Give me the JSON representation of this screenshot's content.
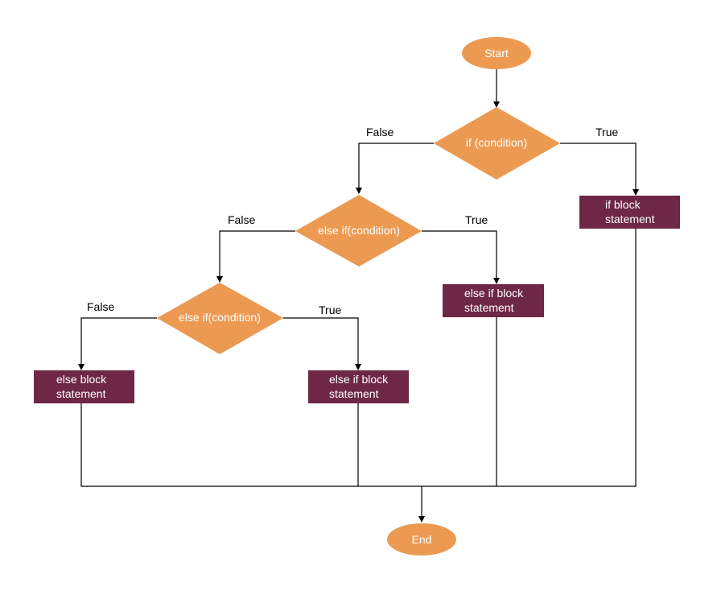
{
  "colors": {
    "terminal": "#ec9a52",
    "decision": "#ec9a52",
    "process": "#6e2846",
    "node_text": "#ffffff",
    "connector": "#000000",
    "label_text": "#000000",
    "background": "#ffffff"
  },
  "nodes": {
    "start": {
      "shape": "ellipse",
      "text": "Start"
    },
    "if_condition": {
      "shape": "diamond",
      "text": "if (condition)"
    },
    "else_if_condition_1": {
      "shape": "diamond",
      "text": "else if(condition)"
    },
    "else_if_condition_2": {
      "shape": "diamond",
      "text": "else if(condition)"
    },
    "if_block": {
      "shape": "rect",
      "line1": "if block",
      "line2": "statement"
    },
    "else_if_block_1": {
      "shape": "rect",
      "line1": "else if block",
      "line2": "statement"
    },
    "else_if_block_2": {
      "shape": "rect",
      "line1": "else if block",
      "line2": "statement"
    },
    "else_block": {
      "shape": "rect",
      "line1": "else block",
      "line2": "statement"
    },
    "end": {
      "shape": "ellipse",
      "text": "End"
    }
  },
  "edges": [
    {
      "from": "start",
      "to": "if_condition",
      "label": ""
    },
    {
      "from": "if_condition",
      "to": "else_if_condition_1",
      "label": "False"
    },
    {
      "from": "if_condition",
      "to": "if_block",
      "label": "True"
    },
    {
      "from": "else_if_condition_1",
      "to": "else_if_condition_2",
      "label": "False"
    },
    {
      "from": "else_if_condition_1",
      "to": "else_if_block_1",
      "label": "True"
    },
    {
      "from": "else_if_condition_2",
      "to": "else_block",
      "label": "False"
    },
    {
      "from": "else_if_condition_2",
      "to": "else_if_block_2",
      "label": "True"
    },
    {
      "from": "else_block",
      "to": "end",
      "label": ""
    },
    {
      "from": "else_if_block_2",
      "to": "end",
      "label": ""
    },
    {
      "from": "else_if_block_1",
      "to": "end",
      "label": ""
    },
    {
      "from": "if_block",
      "to": "end",
      "label": ""
    }
  ]
}
